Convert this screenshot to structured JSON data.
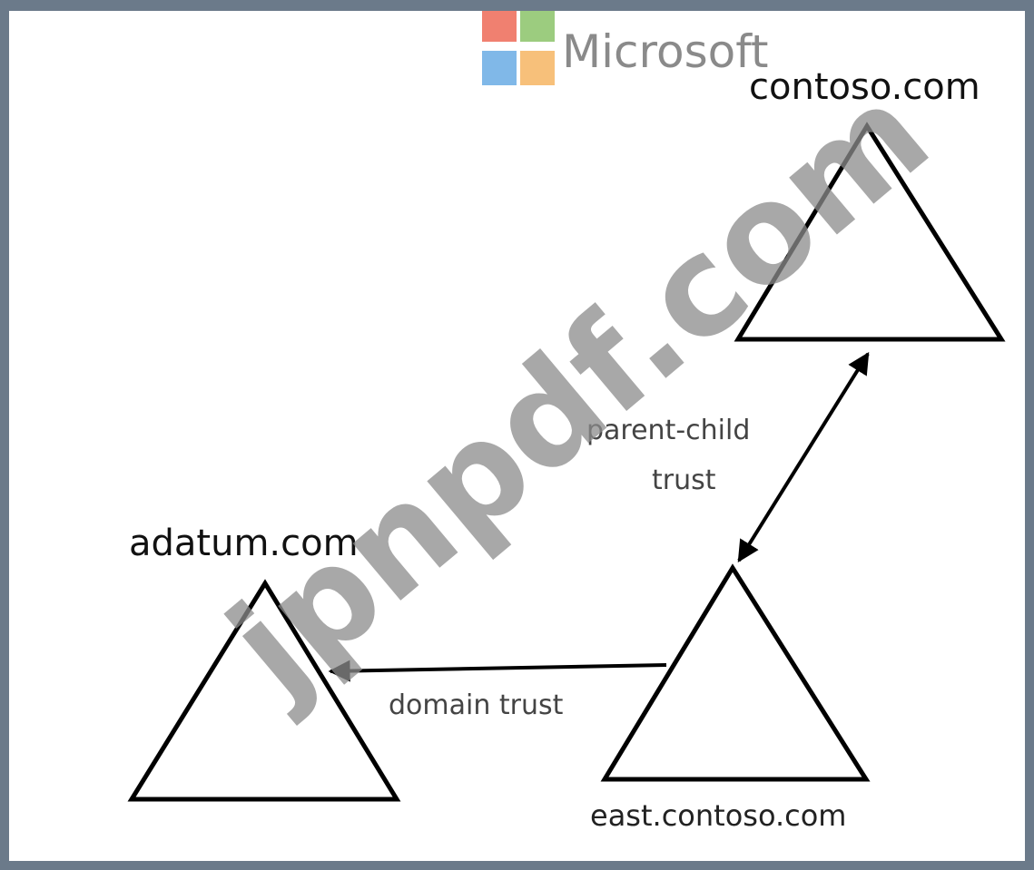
{
  "logo": {
    "text": "Microsoft",
    "colors": [
      "#f08070",
      "#9ccc7f",
      "#80b8e8",
      "#f7c07a"
    ]
  },
  "domains": {
    "contoso": {
      "label": "contoso.com"
    },
    "east": {
      "label": "east.contoso.com"
    },
    "adatum": {
      "label": "adatum.com"
    }
  },
  "trusts": {
    "parent_child": {
      "line1": "parent-child",
      "line2": "trust",
      "direction": "two-way"
    },
    "domain": {
      "label": "domain trust",
      "direction": "east.contoso.com to adatum.com"
    }
  },
  "watermark": {
    "text": "jpnpdf.com"
  }
}
